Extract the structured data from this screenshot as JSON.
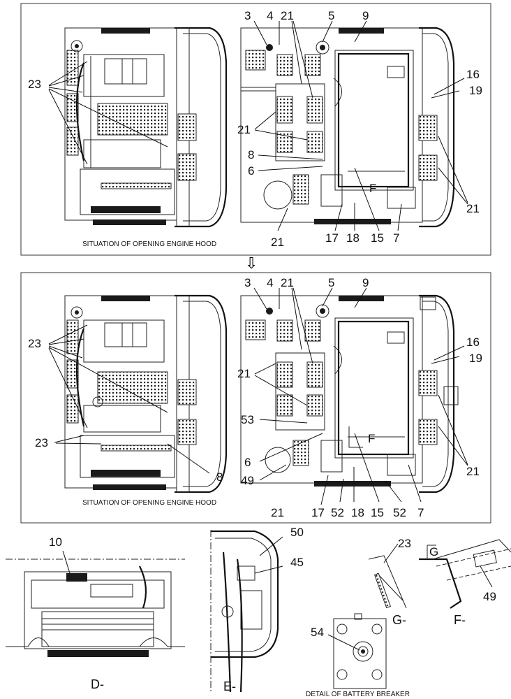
{
  "captions": {
    "top_panel": "SITUATION OF OPENING ENGINE HOOD",
    "middle_panel": "SITUATION OF OPENING ENGINE HOOD",
    "battery_detail": "DETAIL OF BATTERY BREAKER"
  },
  "view_labels": {
    "D": "D-",
    "E": "E-",
    "F_view": "F-",
    "G_view": "G-",
    "G_marker": "G",
    "F_marker_top": "F",
    "F_marker_mid": "F"
  },
  "arrow": {
    "glyph": "⇩"
  },
  "callouts_top_left": {
    "c23": "23"
  },
  "callouts_top_right": {
    "c3": "3",
    "c4": "4",
    "c21a": "21",
    "c5": "5",
    "c9": "9",
    "c16": "16",
    "c19": "19",
    "c21b": "21",
    "c8": "8",
    "c6": "6",
    "c21c": "21",
    "c21d": "21",
    "c17": "17",
    "c18": "18",
    "c15": "15",
    "c7": "7"
  },
  "callouts_mid_left": {
    "c23a": "23",
    "c23b": "23",
    "c8": "8"
  },
  "callouts_mid_right": {
    "c3": "3",
    "c4": "4",
    "c21a": "21",
    "c5": "5",
    "c9": "9",
    "c16": "16",
    "c19": "19",
    "c21b": "21",
    "c53": "53",
    "c21c": "21",
    "c6": "6",
    "c49": "49",
    "c21d": "21",
    "c17": "17",
    "c52a": "52",
    "c18": "18",
    "c15": "15",
    "c52b": "52",
    "c7": "7"
  },
  "callouts_bottom": {
    "c10": "10",
    "c50": "50",
    "c45": "45",
    "c23": "23",
    "c49": "49",
    "c54": "54"
  }
}
